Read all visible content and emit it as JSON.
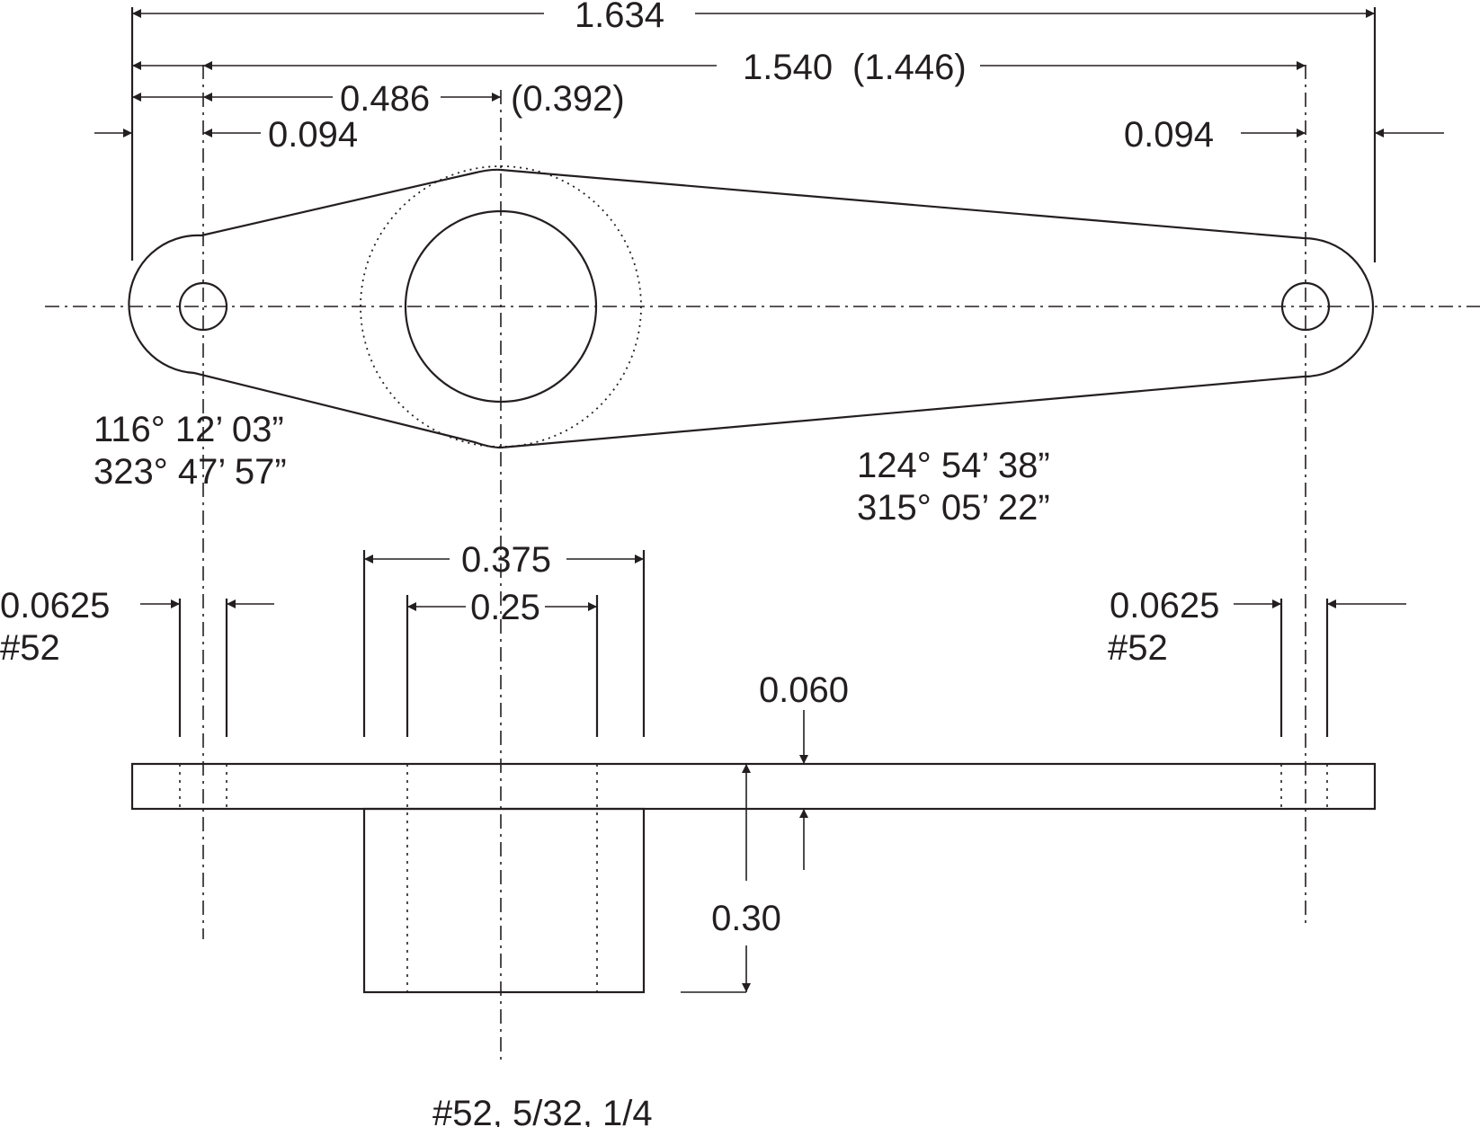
{
  "dimensions": {
    "overall_length": "1.634",
    "hole_spacing": "1.540",
    "hole_spacing_alt": "(1.446)",
    "hub_offset": "0.486",
    "hub_offset_alt": "(0.392)",
    "edge_to_hole_left": "0.094",
    "edge_to_hole_right": "0.094",
    "hub_outer_diameter": "0.375",
    "hub_inner_diameter": "0.25",
    "hole_diameter_left": "0.0625",
    "drill_size_left": "#52",
    "hole_diameter_right": "0.0625",
    "drill_size_right": "#52",
    "plate_thickness": "0.060",
    "total_height": "0.30"
  },
  "angles": {
    "left_line1": "116°  12’ 03”",
    "left_line2": "323°  47’ 57”",
    "right_line1": "124°   54’  38”",
    "right_line2": "315°   05’  22”"
  },
  "notes": {
    "drill_sizes": "#52, 5/32, 1/4"
  }
}
